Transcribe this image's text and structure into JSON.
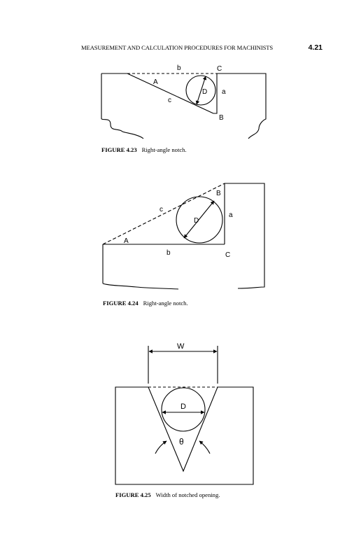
{
  "header": {
    "running_head": "MEASUREMENT AND CALCULATION PROCEDURES FOR MACHINISTS",
    "page_number": "4.21"
  },
  "figures": [
    {
      "labels": {
        "b": "b",
        "C": "C",
        "A": "A",
        "D": "D",
        "a": "a",
        "c": "c",
        "B": "B"
      },
      "caption_number": "FIGURE 4.23",
      "caption_text": "Right-angle notch."
    },
    {
      "labels": {
        "B": "B",
        "c": "c",
        "D": "D",
        "a": "a",
        "A": "A",
        "C": "C",
        "b": "b"
      },
      "caption_number": "FIGURE 4.24",
      "caption_text": "Right-angle notch."
    },
    {
      "labels": {
        "W": "W",
        "D": "D",
        "theta": "θ"
      },
      "caption_number": "FIGURE 4.25",
      "caption_text": "Width of notched opening."
    }
  ]
}
